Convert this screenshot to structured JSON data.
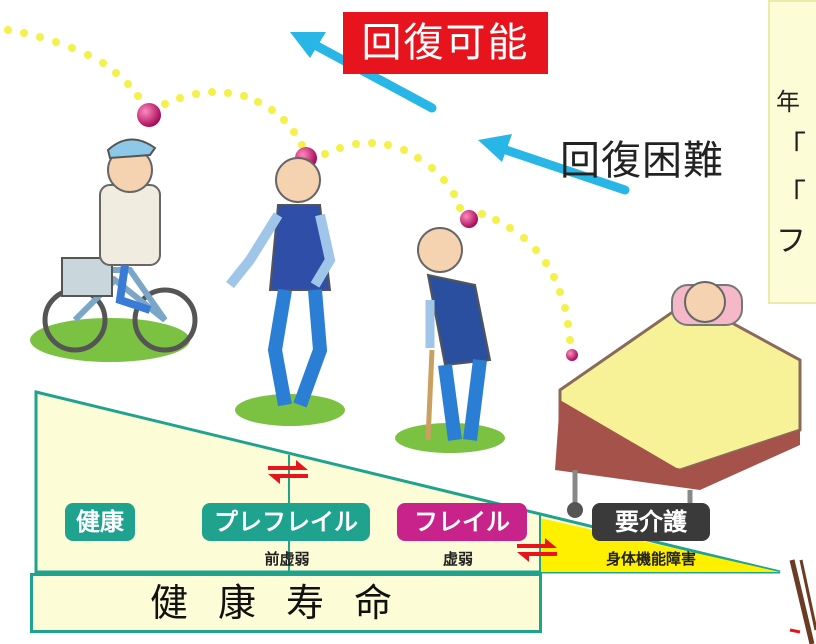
{
  "labels": {
    "recoverable": "回復可能",
    "difficult": "回復困難"
  },
  "note": {
    "lines": [
      "年",
      "「",
      "「",
      "フ"
    ]
  },
  "stages": {
    "healthy": "健康",
    "prefrail": "プレフレイル",
    "prefrail_sub": "前虚弱",
    "frail": "フレイル",
    "frail_sub": "虚弱",
    "care": "要介護",
    "care_sub": "身体機能障害"
  },
  "healthy_life": "健康寿命",
  "colors": {
    "recoverable_bg": "#e8141d",
    "arrow": "#27b6e6",
    "teal": "#1fa38f",
    "magenta": "#c8238a",
    "dark": "#3a3a3a",
    "triangle": "#fcfcd6",
    "yellow": "#fff000",
    "dots": "#f3f14a",
    "ball": "#c8146c",
    "arrow_red": "#e8141d"
  },
  "icons": [
    "cyclist-person-icon",
    "standing-elderly-icon",
    "cane-elderly-icon",
    "bedridden-person-icon"
  ]
}
